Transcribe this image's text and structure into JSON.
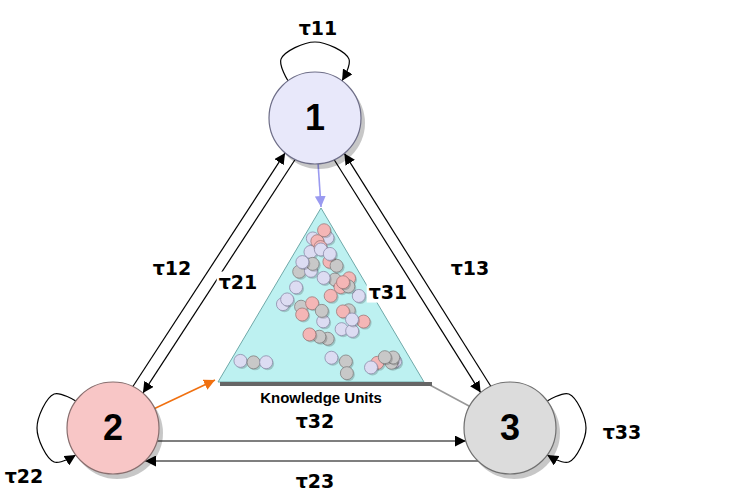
{
  "diagram": {
    "nodes": [
      {
        "text": [
          "1"
        ]
      },
      {
        "text": [
          "2"
        ]
      },
      {
        "text": [
          "3"
        ]
      },
      {
        "text": [
          "Knowledge Units"
        ]
      }
    ],
    "edges": [
      {
        "from": 0,
        "to": 0,
        "label": "τ11",
        "arrow": "to"
      },
      {
        "from": 1,
        "to": 0,
        "label": "τ12",
        "arrow": "to"
      },
      {
        "from": 0,
        "to": 1,
        "label": "τ21",
        "arrow": "to"
      },
      {
        "from": 2,
        "to": 0,
        "label": "τ13",
        "arrow": "to"
      },
      {
        "from": 0,
        "to": 2,
        "label": "τ31",
        "arrow": "to"
      },
      {
        "from": 1,
        "to": 1,
        "label": "τ22",
        "arrow": "to"
      },
      {
        "from": 1,
        "to": 2,
        "label": "τ32",
        "arrow": "to"
      },
      {
        "from": 2,
        "to": 1,
        "label": "τ23",
        "arrow": "to"
      },
      {
        "from": 2,
        "to": 2,
        "label": "τ33",
        "arrow": "to"
      },
      {
        "from": 0,
        "to": 3,
        "arrow": "to"
      },
      {
        "from": 1,
        "to": 3,
        "arrow": "to"
      },
      {
        "from": 2,
        "to": 3,
        "arrow": "none"
      }
    ]
  }
}
